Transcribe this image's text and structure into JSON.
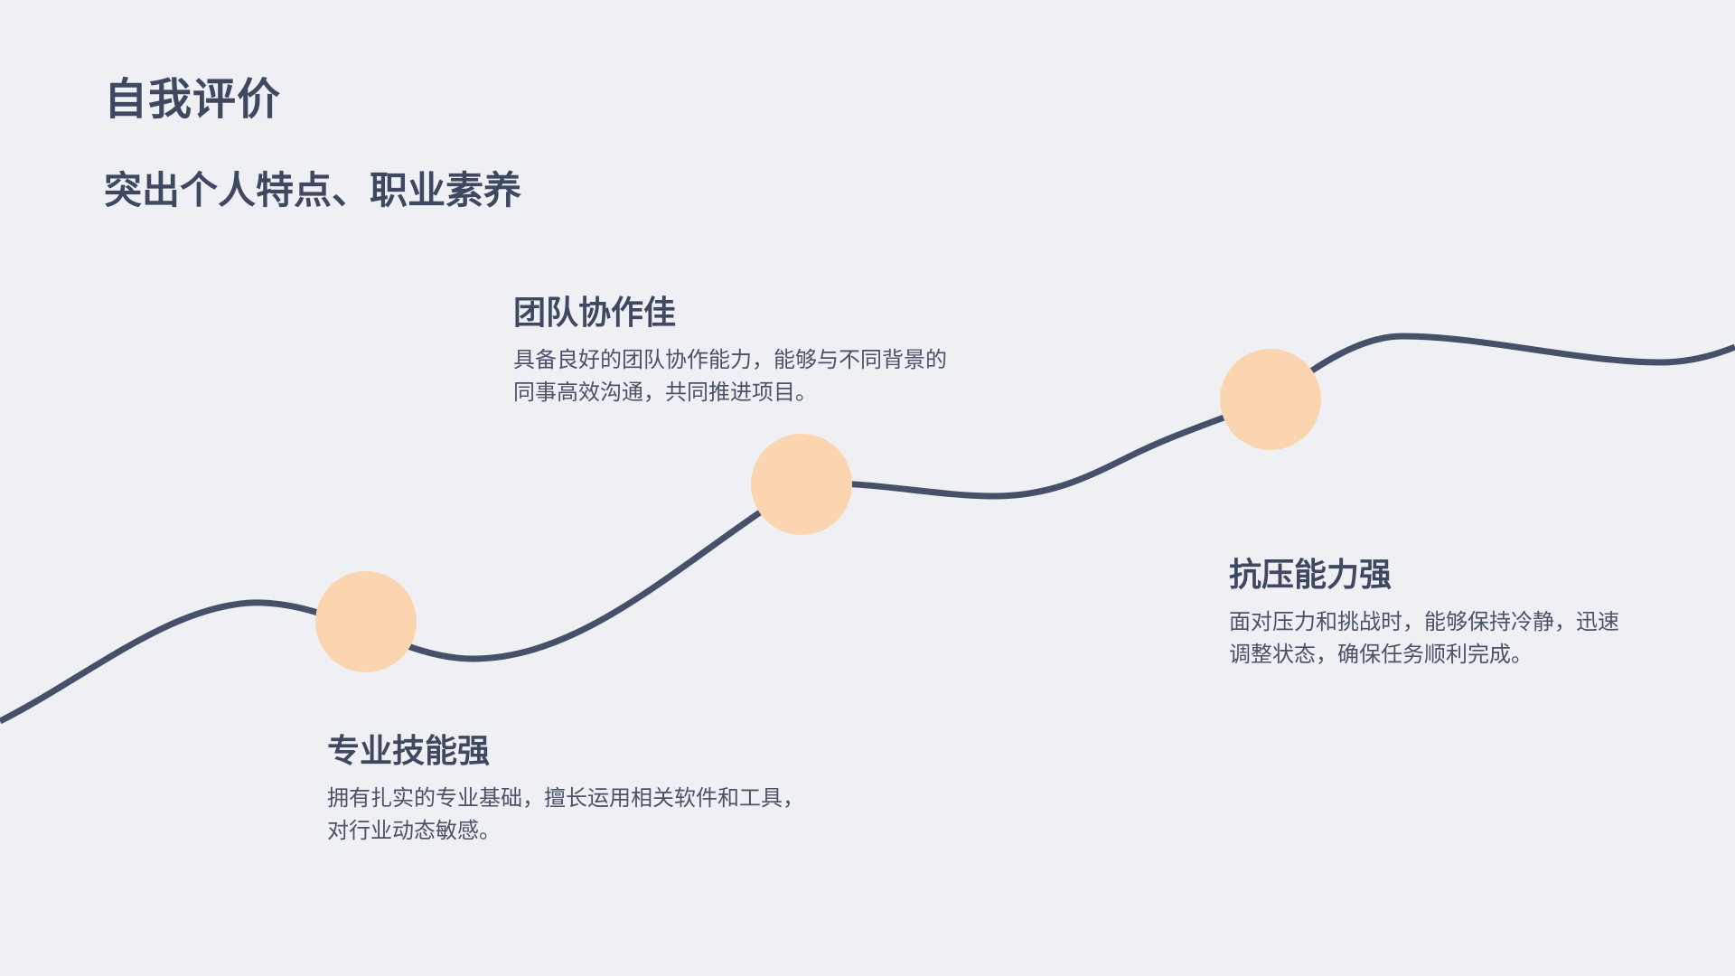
{
  "page": {
    "type": "presentation-slide",
    "colors": {
      "bg": "#EFF0F4",
      "navy": "#475069",
      "peach": "#FBD5AF",
      "heading": "#3E4961",
      "body_text": "#4A5268"
    }
  },
  "header": {
    "title": "自我评价",
    "subtitle": "突出个人特点、职业素养"
  },
  "milestones": [
    {
      "heading": "团队协作佳",
      "lines": [
        "具备良好的团队协作能力，能够与不同背景的",
        "同事高效沟通，共同推进项目。"
      ]
    },
    {
      "heading": "抗压能力强",
      "lines": [
        "面对压力和挑战时，能够保持冷静，迅速",
        "调整状态，确保任务顺利完成。"
      ]
    },
    {
      "heading": "专业技能强",
      "lines": [
        "拥有扎实的专业基础，擅长运用相关软件和工具，",
        "对行业动态敏感。"
      ]
    }
  ]
}
